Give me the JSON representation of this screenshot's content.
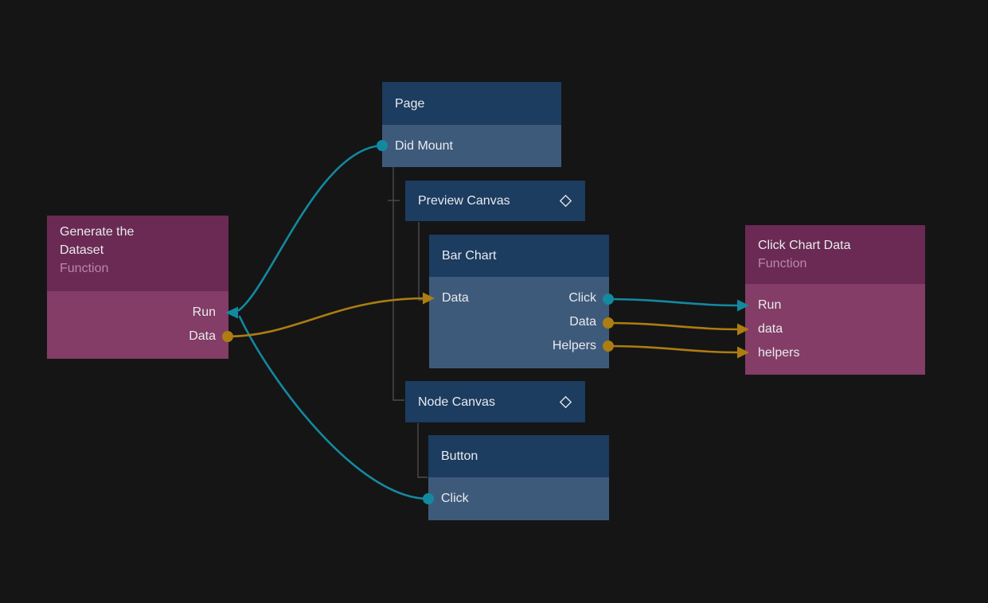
{
  "palette": {
    "background": "#151515",
    "blue_header": "#1c3c60",
    "blue_body": "#3e5a7b",
    "purple_header": "#6a2a54",
    "purple_body": "#833d66",
    "signal_color": "#1389a0",
    "data_color": "#ac7d11",
    "tree_line_color": "#4c4c4c",
    "text_color": "#e8ebee",
    "subtitle_color": "#bb87a5"
  },
  "nodes": {
    "generate_dataset": {
      "title": "Generate the Dataset",
      "subtitle": "Function",
      "ports": {
        "run": "Run",
        "data": "Data"
      }
    },
    "page": {
      "title": "Page",
      "ports": {
        "did_mount": "Did Mount"
      }
    },
    "preview_canvas": {
      "title": "Preview Canvas",
      "icon": "diamond-outline-icon"
    },
    "bar_chart": {
      "title": "Bar Chart",
      "inputs": {
        "data": "Data"
      },
      "outputs": {
        "click": "Click",
        "data": "Data",
        "helpers": "Helpers"
      }
    },
    "node_canvas": {
      "title": "Node Canvas",
      "icon": "diamond-outline-icon"
    },
    "button": {
      "title": "Button",
      "ports": {
        "click": "Click"
      }
    },
    "click_chart_data": {
      "title": "Click Chart Data",
      "subtitle": "Function",
      "inputs": {
        "run": "Run",
        "data": "data",
        "helpers": "helpers"
      }
    }
  },
  "connections": [
    {
      "from": "page.did_mount",
      "to": "generate_dataset.run",
      "type": "signal"
    },
    {
      "from": "button.click",
      "to": "generate_dataset.run",
      "type": "signal"
    },
    {
      "from": "generate_dataset.data",
      "to": "bar_chart.data",
      "type": "data"
    },
    {
      "from": "bar_chart.click",
      "to": "click_chart_data.run",
      "type": "signal"
    },
    {
      "from": "bar_chart.data",
      "to": "click_chart_data.data",
      "type": "data"
    },
    {
      "from": "bar_chart.helpers",
      "to": "click_chart_data.helpers",
      "type": "data"
    }
  ]
}
